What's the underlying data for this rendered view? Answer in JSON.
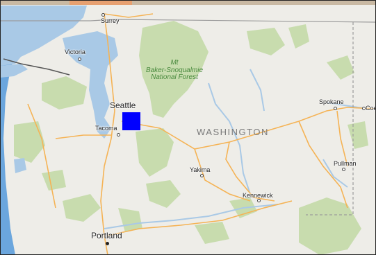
{
  "map": {
    "region_label": "WASHINGTON",
    "park_label_lines": [
      "Mt",
      "Baker-Snoqualmie",
      "National Forest"
    ],
    "cities": {
      "surrey": "Surrey",
      "victoria": "Victoria",
      "seattle": "Seattle",
      "tacoma": "Tacoma",
      "spokane": "Spokane",
      "coeur": "Coe",
      "yakima": "Yakima",
      "kennewick": "Kennewick",
      "pullman": "Pullman",
      "portland": "Portland"
    },
    "marker": {
      "shape": "square",
      "color": "#0000ff"
    },
    "colors": {
      "land": "#eeede8",
      "water": "#a9c9e6",
      "ocean": "#6ba6dd",
      "forest": "#c8dcae",
      "road": "#f5b355",
      "border": "#9c9c9c"
    }
  }
}
